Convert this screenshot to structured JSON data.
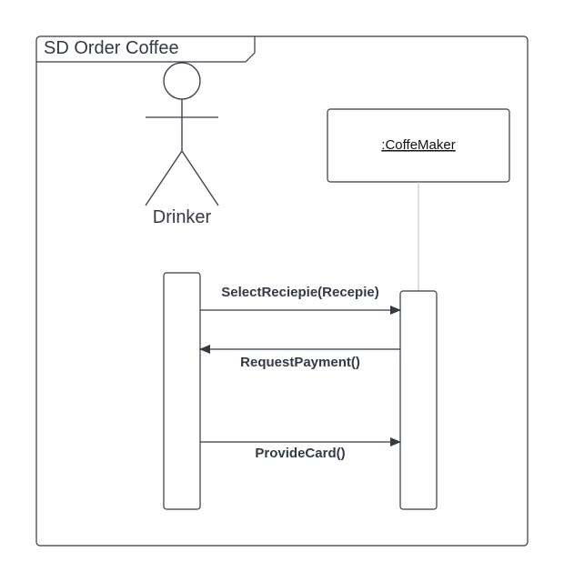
{
  "frame": {
    "title": "SD Order Coffee"
  },
  "actor": {
    "name": "Drinker",
    "icon": "stick-figure-icon"
  },
  "lifeline": {
    "name": ":CoffeMaker"
  },
  "messages": [
    {
      "label": "SelectReciepie(Recepie)",
      "direction": "right"
    },
    {
      "label": "RequestPayment()",
      "direction": "left"
    },
    {
      "label": "ProvideCard()",
      "direction": "right"
    }
  ],
  "colors": {
    "stroke": "#333a45",
    "dashed_lifeline": "#bfbfbf",
    "background": "#ffffff"
  }
}
